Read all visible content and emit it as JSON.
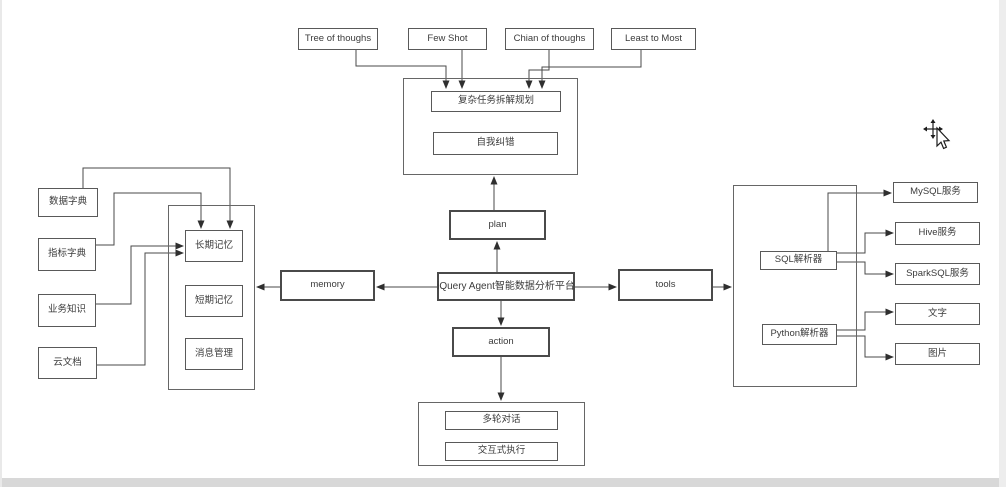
{
  "diagram": {
    "prompt_methods": {
      "tree": "Tree of thoughs",
      "few_shot": "Few Shot",
      "chain": "Chian of thoughs",
      "least_to_most": "Least to Most"
    },
    "plan_group": {
      "task_decomposition": "复杂任务拆解规划",
      "self_correction": "自我纠错"
    },
    "core": {
      "plan": "plan",
      "center": "iQuery Agent智能数据分析平台",
      "memory": "memory",
      "tools": "tools",
      "action": "action"
    },
    "memory_group": {
      "long_term": "长期记忆",
      "short_term": "短期记忆",
      "message_mgmt": "消息管理"
    },
    "knowledge": {
      "data_dict": "数据字典",
      "metric_dict": "指标字典",
      "business": "业务知识",
      "cloud_doc": "云文档"
    },
    "tools_group": {
      "sql_parser": "SQL解析器",
      "python_parser": "Python解析器"
    },
    "services": {
      "mysql": "MySQL服务",
      "hive": "Hive服务",
      "sparksql": "SparkSQL服务"
    },
    "outputs": {
      "text": "文字",
      "image": "图片"
    },
    "dialog_group": {
      "multi_turn": "多轮对话",
      "interactive": "交互式执行"
    }
  },
  "colors": {
    "box_border": "#595959",
    "connector": "#404040",
    "text": "#3b3b3b",
    "canvas_bg": "#ffffff",
    "edge_strip": "#d8d8d8"
  },
  "cursor_icon": "move-pointer-cursor"
}
